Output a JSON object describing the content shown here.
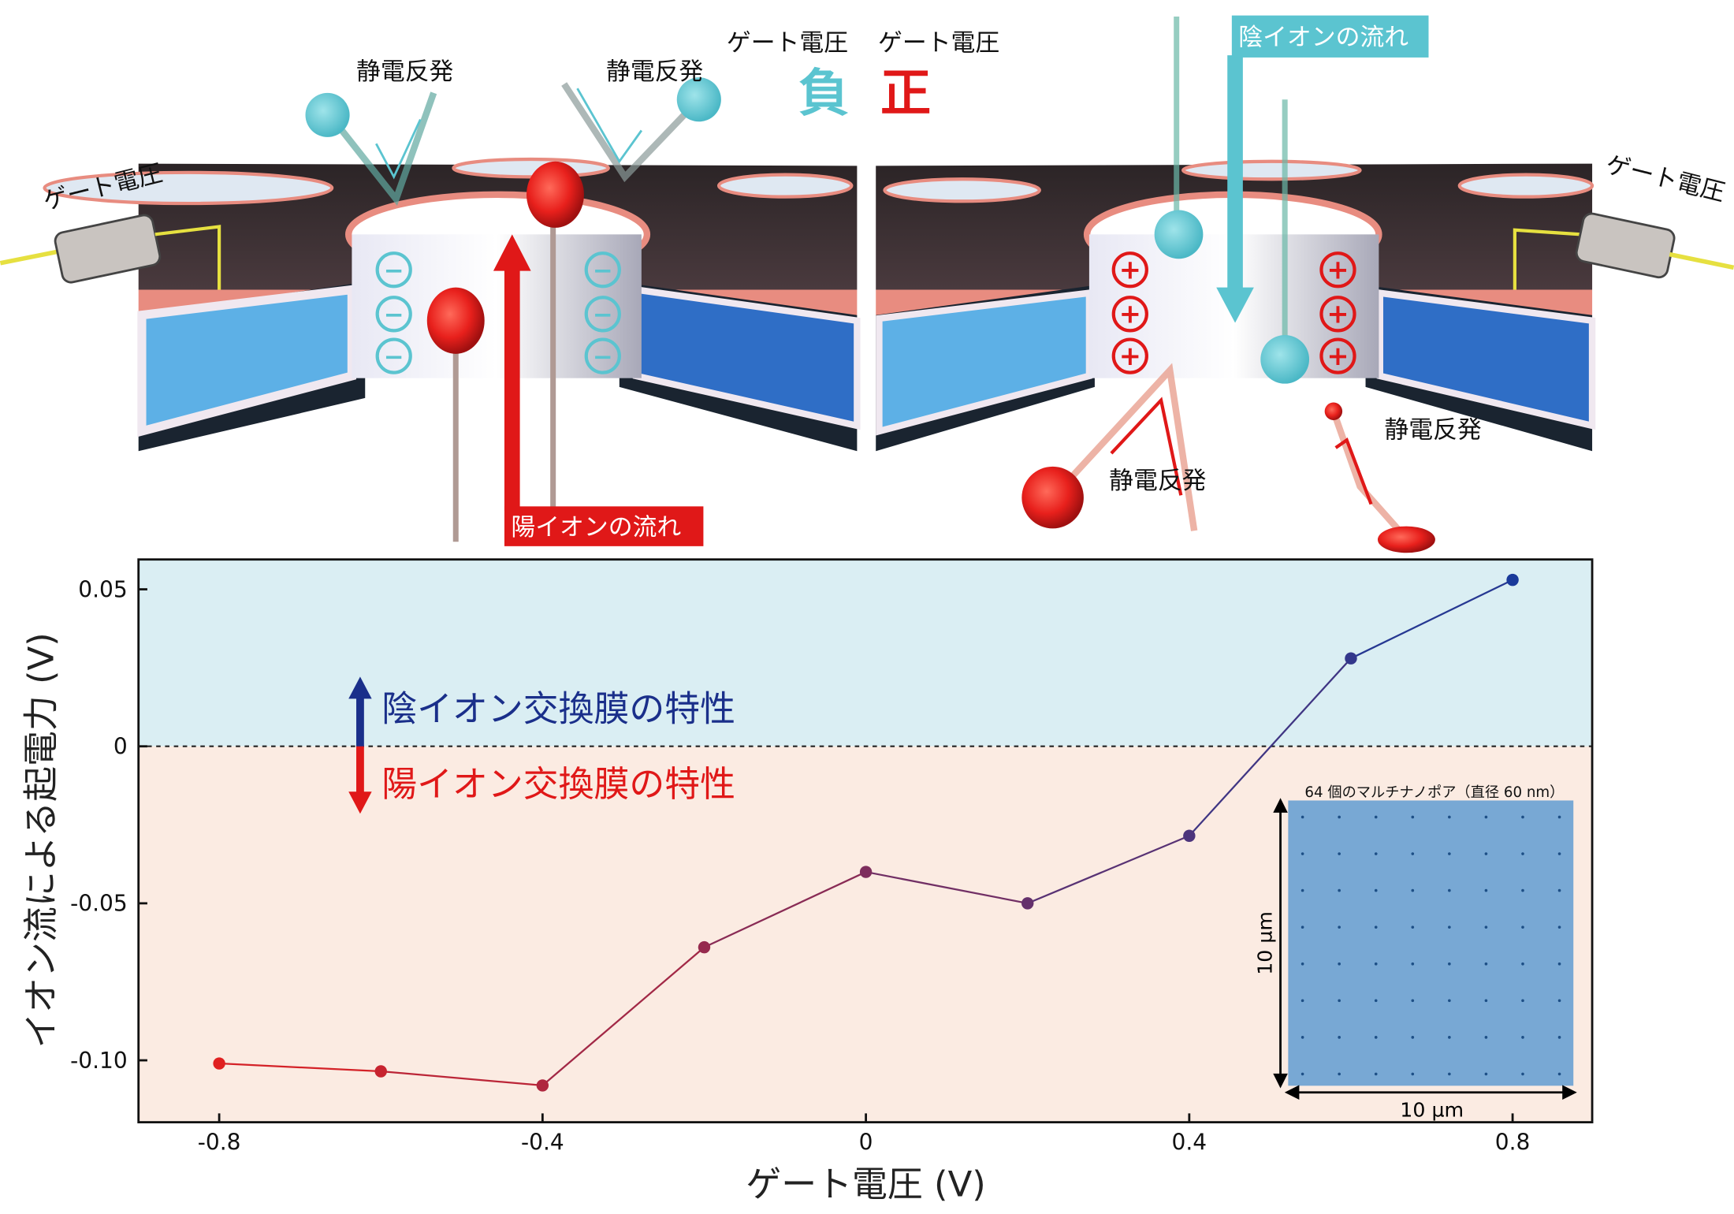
{
  "illustration": {
    "gate_voltage_left": "ゲート電圧",
    "gate_voltage_right": "ゲート電圧",
    "legend_negative_label": "ゲート電圧",
    "legend_negative": "負",
    "legend_positive_label": "ゲート電圧",
    "legend_positive": "正",
    "repulsion": "静電反発",
    "cation_flow": "陽イオンの流れ",
    "anion_flow": "陰イオンの流れ",
    "negative_charge": "−",
    "positive_charge": "+",
    "colors": {
      "cation": "#e8201c",
      "anion": "#5bc4d0",
      "membrane_blue": "#3a8fd8"
    }
  },
  "chart_data": {
    "type": "line",
    "title": "",
    "xlabel": "ゲート電圧 (V)",
    "ylabel": "イオン流による起電力 (V)",
    "x": [
      -0.8,
      -0.6,
      -0.4,
      -0.2,
      0.0,
      0.2,
      0.4,
      0.6,
      0.8
    ],
    "series": [
      {
        "name": "起電力",
        "values": [
          -0.101,
          -0.1035,
          -0.108,
          -0.064,
          -0.04,
          -0.05,
          -0.0285,
          0.028,
          0.053
        ]
      }
    ],
    "xlim": [
      -0.9,
      0.9
    ],
    "ylim": [
      -0.12,
      0.06
    ],
    "xticks": [
      -0.8,
      -0.4,
      0,
      0.4,
      0.8
    ],
    "xtick_labels": [
      "-0.8",
      "-0.4",
      "0",
      "0.4",
      "0.8"
    ],
    "yticks": [
      0.05,
      0,
      -0.05,
      -0.1
    ],
    "ytick_labels": [
      "0.05",
      "0",
      "-0.05",
      "-0.10"
    ],
    "reference_line": 0,
    "annotations": {
      "anion_region": "陰イオン交換膜の特性",
      "cation_region": "陽イオン交換膜の特性"
    },
    "region_colors": {
      "above_zero": "#daeef3",
      "below_zero": "#fbebe2"
    },
    "color_start": "#e02020",
    "color_end": "#1a3a9a",
    "grid": false,
    "inset": {
      "title": "64 個のマルチナノポア（直径 60 nm）",
      "x_scale": "10 µm",
      "y_scale": "10 µm",
      "grid_rows": 8,
      "grid_cols": 8,
      "color": "#78a8d4"
    }
  }
}
